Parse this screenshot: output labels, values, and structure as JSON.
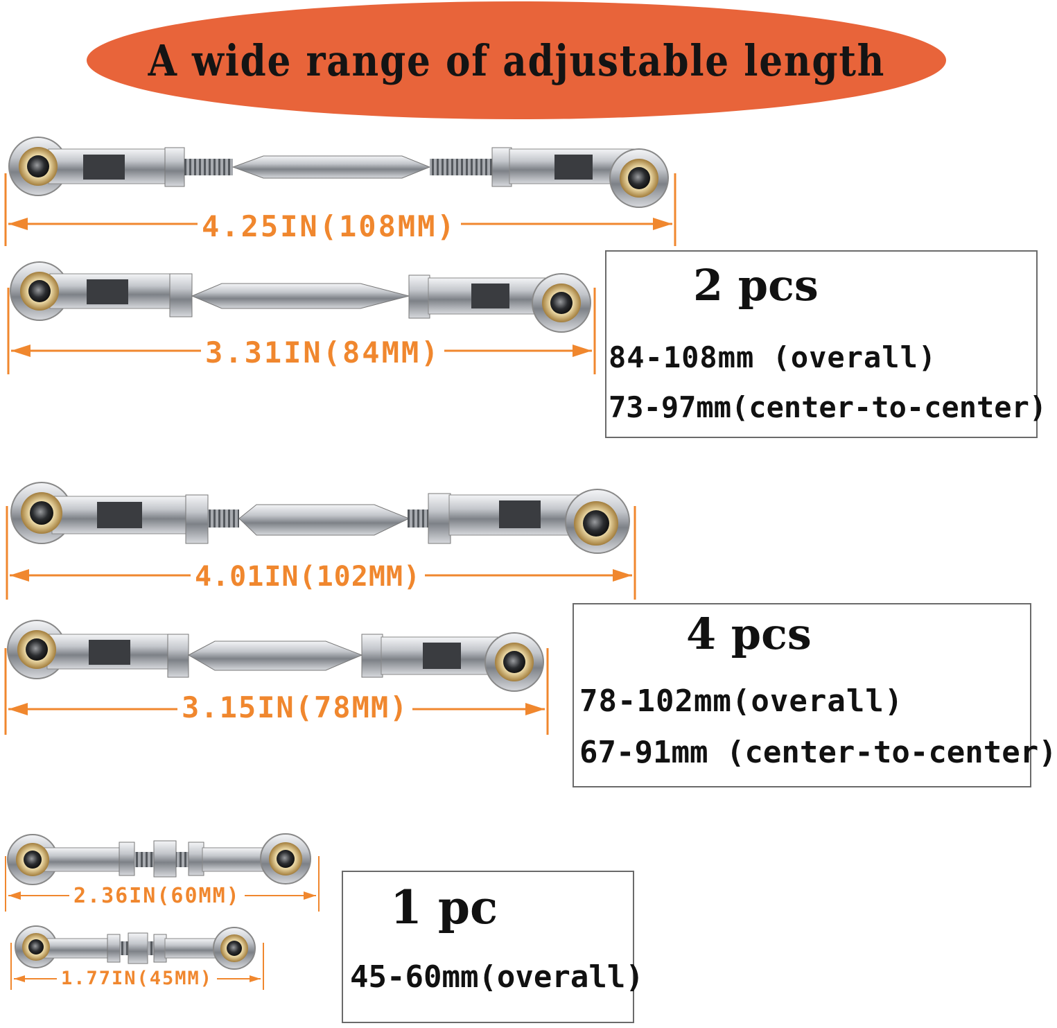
{
  "banner": {
    "title": "A wide range of adjustable length"
  },
  "colors": {
    "banner": "#e8643a",
    "dimension": "#f0872e",
    "metal": "#b4b6ba",
    "bushing": "#c9a35a"
  },
  "rods": [
    {
      "label": "4.25IN(108MM)"
    },
    {
      "label": "3.31IN(84MM)"
    },
    {
      "label": "4.01IN(102MM)"
    },
    {
      "label": "3.15IN(78MM)"
    },
    {
      "label": "2.36IN(60MM)"
    },
    {
      "label": "1.77IN(45MM)"
    }
  ],
  "groups": [
    {
      "qty": "2 pcs",
      "specs": [
        "84-108mm (overall)",
        "73-97mm(center-to-center)"
      ]
    },
    {
      "qty": "4 pcs",
      "specs": [
        "78-102mm(overall)",
        "67-91mm (center-to-center)"
      ]
    },
    {
      "qty": "1 pc",
      "specs": [
        "45-60mm(overall)"
      ]
    }
  ]
}
